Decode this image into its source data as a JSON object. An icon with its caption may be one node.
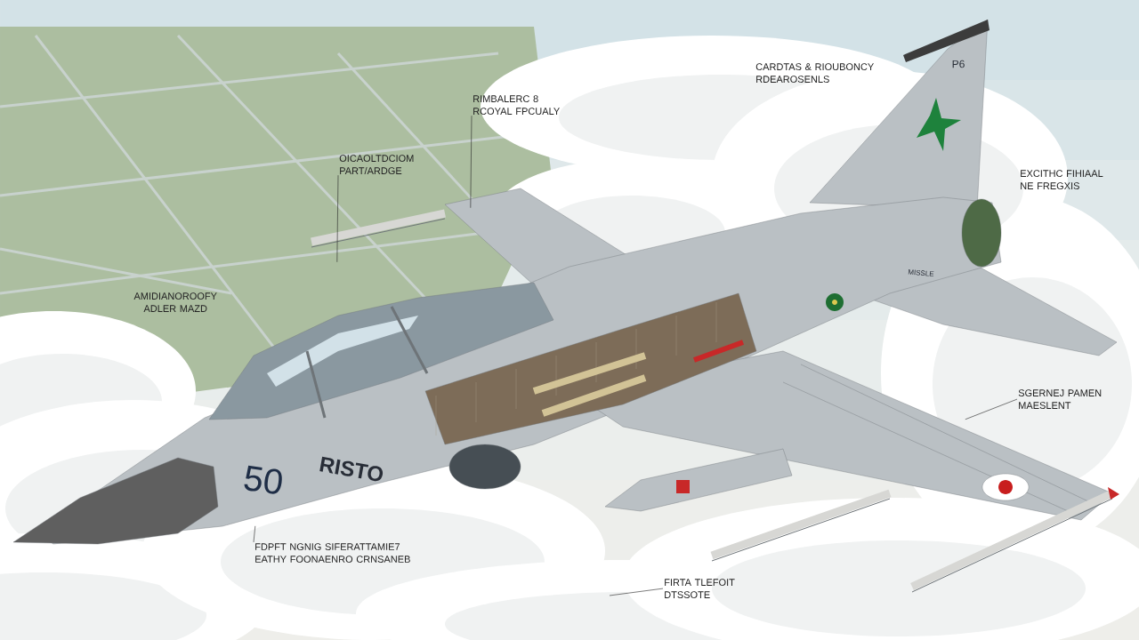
{
  "diagram": {
    "nodes": [
      {
        "text": [
          "CARDTAS & RIOUBONCY RDEAROSENLS"
        ]
      },
      {
        "text": [
          "RIMBALERC 8 RCOYAL FPCUALY"
        ]
      },
      {
        "text": [
          "OICAOLTDCIOM PART/ARDGE"
        ]
      },
      {
        "text": [
          "EXCITHC FIHIAAL NE FREGXIS"
        ]
      },
      {
        "text": [
          "AMIDIANOROOFY ADLER MAZD"
        ]
      },
      {
        "text": [
          "SGERNEJ PAMEN MAESLENT"
        ]
      },
      {
        "text": [
          "FDPFT NGNIG SIFERATTAMIE7 EATHY FOONAENRO CRNSANEB"
        ]
      },
      {
        "text": [
          "FIRTA TLEFOIT DTSSOTE"
        ]
      },
      {
        "text": [],
        "shape": "picture"
      }
    ],
    "edges": [
      {
        "from": 1,
        "to": 8,
        "arrow": "none"
      },
      {
        "from": 2,
        "to": 8,
        "arrow": "none"
      },
      {
        "from": 5,
        "to": 8,
        "arrow": "none"
      },
      {
        "from": 6,
        "to": 8,
        "arrow": "none"
      },
      {
        "from": 7,
        "to": null,
        "arrow": "none"
      }
    ],
    "labels": [
      "50",
      "RISTO",
      "P6",
      "MISSLE"
    ]
  }
}
